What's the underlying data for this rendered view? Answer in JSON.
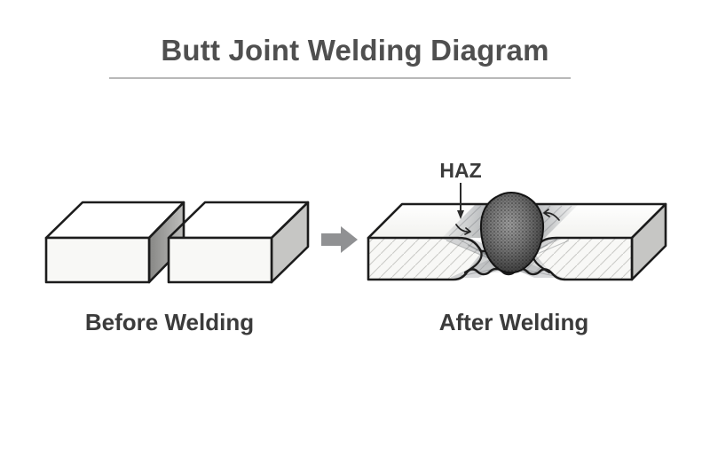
{
  "title": "Butt Joint Welding Diagram",
  "panels": {
    "before": {
      "label": "Before Welding"
    },
    "after": {
      "label": "After Welding",
      "haz_label": "HAZ"
    }
  },
  "icons": {
    "transition_arrow": "right-arrow"
  },
  "colors": {
    "title_text": "#4f4f4f",
    "label_text": "#3b3b3b",
    "outline_ink": "#1c1c1c",
    "divider": "#ababab",
    "arrow": "#909193",
    "face_light": "#f8f8f6",
    "top_face": "#fcfcfa",
    "side_shade_dark": "#8a8a88",
    "side_shade_light": "#c6c6c4",
    "haz_zone": "#7d8287",
    "weld_bead_dark": "#2e2e2e"
  }
}
